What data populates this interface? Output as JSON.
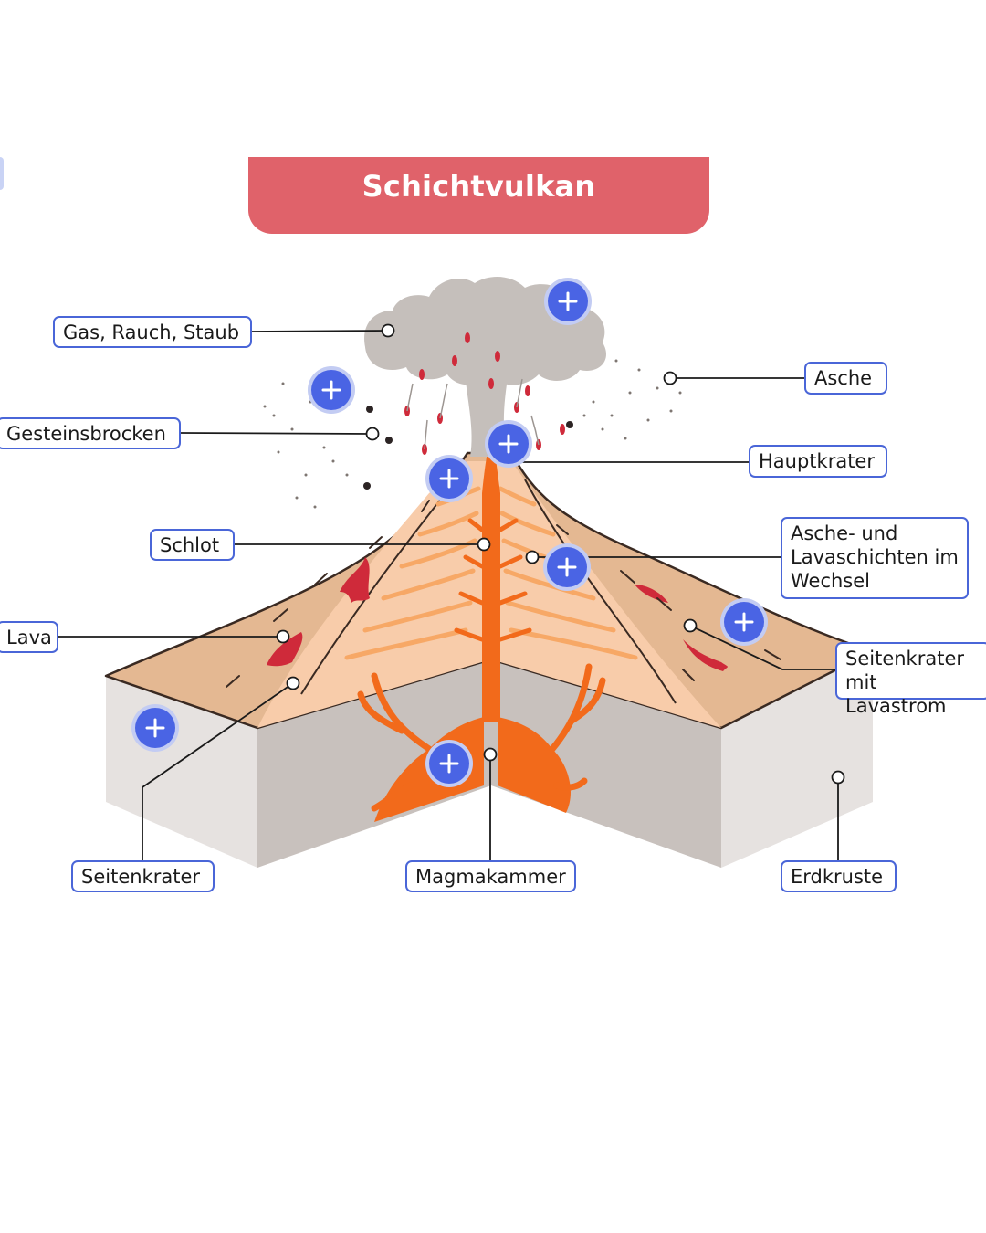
{
  "title": "Schichtvulkan",
  "labels": {
    "gas": "Gas, Rauch, Staub",
    "asche": "Asche",
    "gesteinsbrocken": "Gesteinsbrocken",
    "hauptkrater": "Hauptkrater",
    "schlot": "Schlot",
    "schichten": "Asche- und\nLavaschichten im\nWechsel",
    "lava": "Lava",
    "seitenkrater_lavastrom": "Seitenkrater\nmit Lavastrom",
    "seitenkrater": "Seitenkrater",
    "magmakammer": "Magmakammer",
    "erdkruste": "Erdkruste"
  },
  "icons": {
    "hotspot": "plus-icon"
  },
  "colors": {
    "title_bg": "#e0626a",
    "label_border": "#4a66d8",
    "hotspot": "#4a64e4",
    "magma": "#f26a1b",
    "cone_outer": "#e4b892",
    "cone_inner": "#f8ccaa",
    "crust_side": "#c8c1bd",
    "cloud": "#c5bfbb"
  }
}
